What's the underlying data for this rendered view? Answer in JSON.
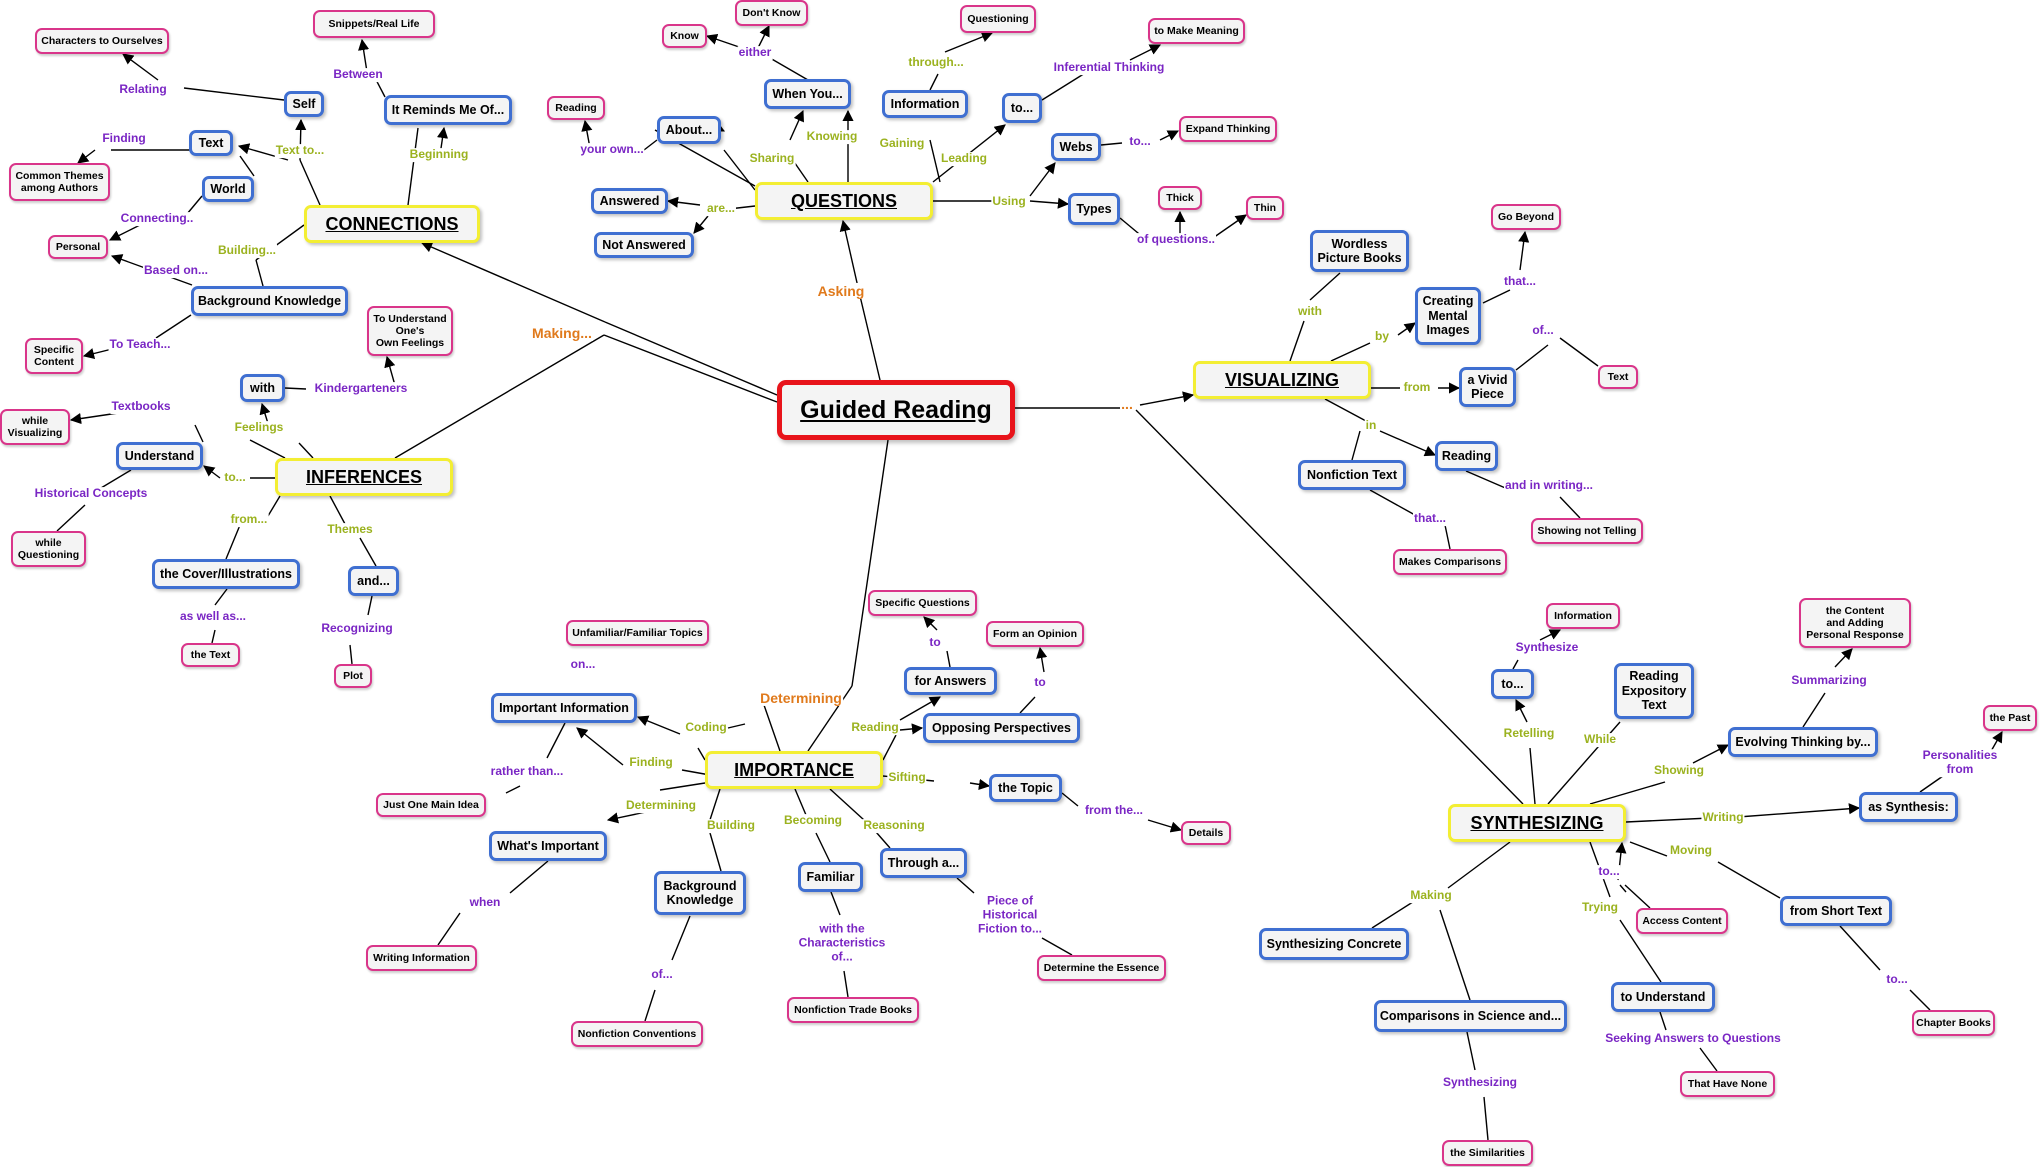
{
  "nodes": {
    "root": "Guided Reading",
    "connections": "CONNECTIONS",
    "questions": "QUESTIONS",
    "visualizing": "VISUALIZING",
    "inferences": "INFERENCES",
    "importance": "IMPORTANCE",
    "synthesizing": "SYNTHESIZING",
    "characters": "Characters to Ourselves",
    "snippets": "Snippets/Real Life",
    "self": "Self",
    "reminds": "It Reminds Me Of...",
    "text_c": "Text",
    "common": "Common Themes\namong Authors",
    "world": "World",
    "personal": "Personal",
    "bgk_c": "Background Knowledge",
    "specific": "Specific\nContent",
    "know": "Know",
    "dontknow": "Don't Know",
    "whenyou": "When You...",
    "questioning_q": "Questioning",
    "information_q": "Information",
    "makemeaning": "to Make Meaning",
    "reading_q": "Reading",
    "about": "About...",
    "to_q": "to...",
    "webs": "Webs",
    "expand": "Expand Thinking",
    "answered": "Answered",
    "notanswered": "Not Answered",
    "types": "Types",
    "thick": "Thick",
    "thin": "Thin",
    "goBeyond": "Go Beyond",
    "wordless": "Wordless\nPicture Books",
    "creating": "Creating\nMental\nImages",
    "vivid": "a Vivid\nPiece",
    "text_v": "Text",
    "reading_v": "Reading",
    "nonfiction": "Nonfiction Text",
    "shownot": "Showing not Telling",
    "comparisons": "Makes Comparisons",
    "understandown": "To Understand\nOne's\nOwn Feelings",
    "with_i": "with",
    "understand": "Understand",
    "whileVis": "while\nVisualizing",
    "whileQ": "while\nQuestioning",
    "cover": "the Cover/Illustrations",
    "and_i": "and...",
    "theText_i": "the Text",
    "plot": "Plot",
    "unfamiliar": "Unfamiliar/Familiar Topics",
    "impinfo": "Important Information",
    "justone": "Just One Main Idea",
    "specq": "Specific Questions",
    "forans": "for Answers",
    "formop": "Form an Opinion",
    "opposing": "Opposing Perspectives",
    "thetopic": "the Topic",
    "details": "Details",
    "whatsimp": "What's Important",
    "writinginfo": "Writing Information",
    "bgk_imp": "Background\nKnowledge",
    "nfconv": "Nonfiction Conventions",
    "familiar": "Familiar",
    "nftrade": "Nonfiction Trade Books",
    "througha": "Through a...",
    "essence": "Determine the Essence",
    "info_s": "Information",
    "to_s": "to...",
    "readexp": "Reading\nExpository\nText",
    "contentadd": "the Content\nand Adding\nPersonal Response",
    "evolving": "Evolving Thinking by...",
    "thepast": "the Past",
    "assynth": "as Synthesis:",
    "synthconcrete": "Synthesizing Concrete",
    "accesscontent": "Access Content",
    "fromshort": "from Short Text",
    "compsci": "Comparisons in Science and...",
    "tounderstand_s": "to Understand",
    "chapterbooks": "Chapter Books",
    "thathavenone": "That Have None",
    "similarities": "the Similarities"
  },
  "labels": {
    "making": "Making...",
    "asking": "Asking",
    "dots": "...",
    "determining": "Determining",
    "relating": "Relating",
    "between": "Between",
    "finding_c": "Finding",
    "textto": "Text to...",
    "beginning": "Beginning",
    "connecting": "Connecting..",
    "building_c": "Building...",
    "basedon": "Based on...",
    "toteach": "To Teach...",
    "either": "either",
    "through": "through...",
    "inferential": "Inferential Thinking",
    "yourown": "your own...",
    "knowing": "Knowing",
    "gaining": "Gaining",
    "sharing": "Sharing",
    "leading": "Leading",
    "to_webs": "to...",
    "are": "are...",
    "using": "Using",
    "ofquestions": "of questions..",
    "that_v": "that...",
    "with_v": "with",
    "by_v": "by",
    "of_v": "of...",
    "from_v": "from",
    "in_v": "in",
    "andwriting": "and in writing...",
    "that_v2": "that...",
    "kindergarteners": "Kindergarteners",
    "textbooks": "Textbooks",
    "feelings": "Feelings",
    "to_i": "to...",
    "historical": "Historical Concepts",
    "from_i": "from...",
    "themes": "Themes",
    "aswellas": "as well as...",
    "recognizing": "Recognizing",
    "on_imp": "on...",
    "coding": "Coding",
    "finding_imp": "Finding",
    "ratherthan": "rather than...",
    "to_imp1": "to",
    "to_imp2": "to",
    "reading_imp": "Reading",
    "sifting": "Sifting",
    "fromthe": "from the...",
    "determining_imp": "Determining",
    "building_imp": "Building",
    "becoming": "Becoming",
    "reasoning": "Reasoning",
    "when": "when",
    "of_imp": "of...",
    "withchar": "with the\nCharacteristics\nof...",
    "pieceof": "Piece of\nHistorical\nFiction to...",
    "synthesize": "Synthesize",
    "summarizing": "Summarizing",
    "retelling": "Retelling",
    "while_s": "While",
    "showing": "Showing",
    "personalities": "Personalities from",
    "writing_s": "Writing",
    "making_s": "Making",
    "moving": "Moving",
    "to_s2": "to...",
    "trying": "Trying",
    "to_s3": "to...",
    "seeking": "Seeking Answers to Questions",
    "synthesizing_lbl": "Synthesizing"
  }
}
